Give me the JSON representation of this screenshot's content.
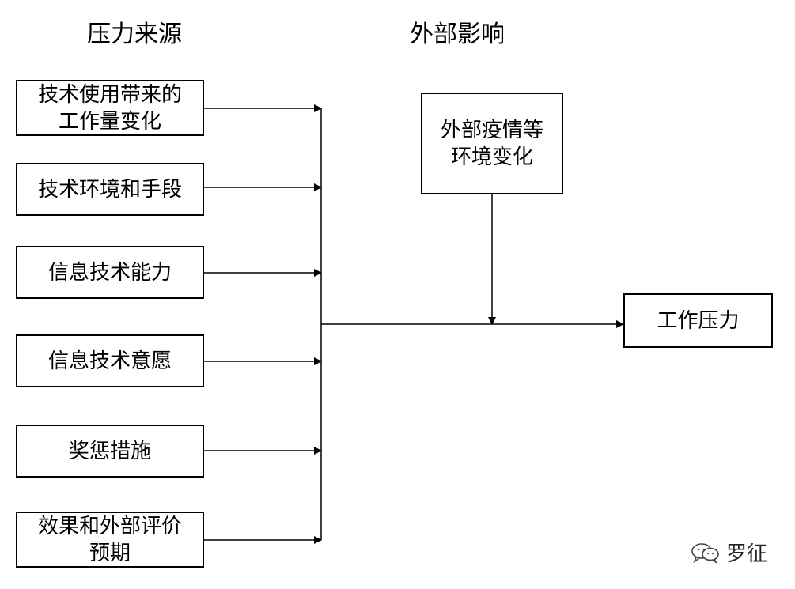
{
  "headings": {
    "sources": "压力来源",
    "external": "外部影响"
  },
  "sources": [
    "技术使用带来的\n工作量变化",
    "技术环境和手段",
    "信息技术能力",
    "信息技术意愿",
    "奖惩措施",
    "效果和外部评价\n预期"
  ],
  "external_box": "外部疫情等\n环境变化",
  "result_box": "工作压力",
  "watermark": {
    "text": "罗征",
    "icon": "wechat-logo-icon"
  }
}
